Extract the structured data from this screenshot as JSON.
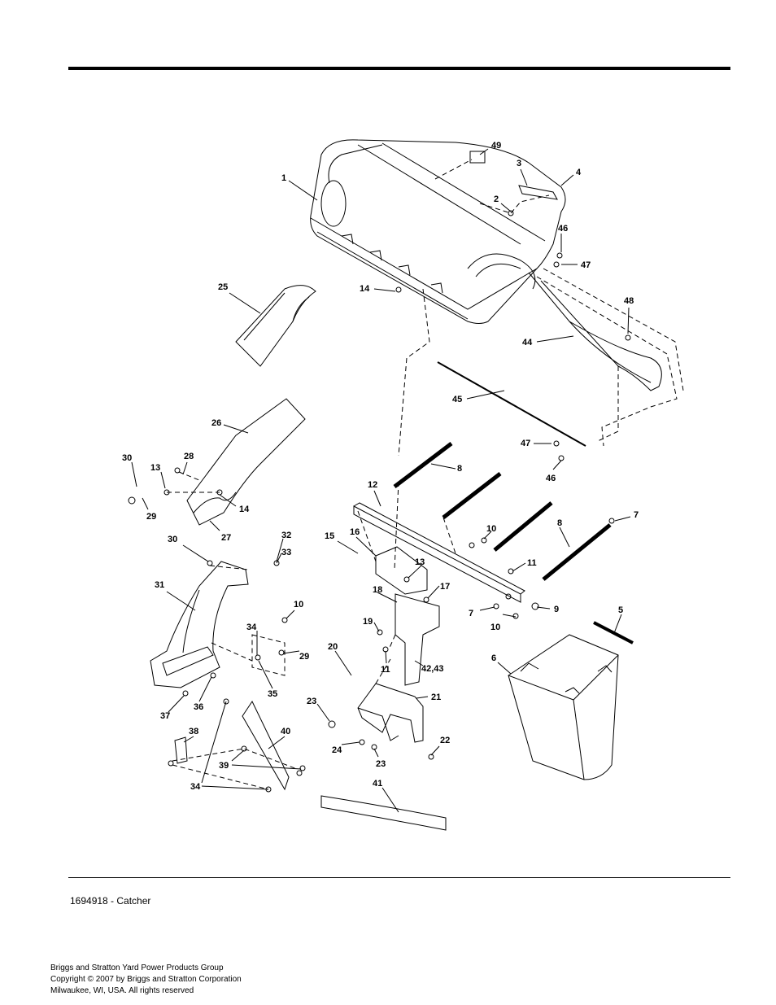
{
  "caption": "1694918 - Catcher",
  "footer": {
    "line1": "Briggs and Stratton Yard Power Products Group",
    "line2": "Copyright ©  2007 by Briggs and Stratton Corporation",
    "line3": "Milwaukee, WI, USA. All rights reserved"
  },
  "callouts": [
    {
      "id": "c49a",
      "text": "49"
    },
    {
      "id": "c3",
      "text": "3"
    },
    {
      "id": "c4",
      "text": "4"
    },
    {
      "id": "c1",
      "text": "1"
    },
    {
      "id": "c2",
      "text": "2"
    },
    {
      "id": "c46a",
      "text": "46"
    },
    {
      "id": "c47a",
      "text": "47"
    },
    {
      "id": "c25",
      "text": "25"
    },
    {
      "id": "c14a",
      "text": "14"
    },
    {
      "id": "c48",
      "text": "48"
    },
    {
      "id": "c44",
      "text": "44"
    },
    {
      "id": "c45",
      "text": "45"
    },
    {
      "id": "c26",
      "text": "26"
    },
    {
      "id": "c47b",
      "text": "47"
    },
    {
      "id": "c30a",
      "text": "30"
    },
    {
      "id": "c28",
      "text": "28"
    },
    {
      "id": "c13a",
      "text": "13"
    },
    {
      "id": "c46b",
      "text": "46"
    },
    {
      "id": "c8a",
      "text": "8"
    },
    {
      "id": "c12",
      "text": "12"
    },
    {
      "id": "c14b",
      "text": "14"
    },
    {
      "id": "c29a",
      "text": "29"
    },
    {
      "id": "c27",
      "text": "27"
    },
    {
      "id": "c7a",
      "text": "7"
    },
    {
      "id": "c8b",
      "text": "8"
    },
    {
      "id": "c10a",
      "text": "10"
    },
    {
      "id": "c32",
      "text": "32"
    },
    {
      "id": "c30b",
      "text": "30"
    },
    {
      "id": "c15",
      "text": "15"
    },
    {
      "id": "c16",
      "text": "16"
    },
    {
      "id": "c33",
      "text": "33"
    },
    {
      "id": "c13b",
      "text": "13"
    },
    {
      "id": "c11a",
      "text": "11"
    },
    {
      "id": "c31",
      "text": "31"
    },
    {
      "id": "c17",
      "text": "17"
    },
    {
      "id": "c18",
      "text": "18"
    },
    {
      "id": "c10b",
      "text": "10"
    },
    {
      "id": "c9",
      "text": "9"
    },
    {
      "id": "c5",
      "text": "5"
    },
    {
      "id": "c7b",
      "text": "7"
    },
    {
      "id": "c19",
      "text": "19"
    },
    {
      "id": "c34a",
      "text": "34"
    },
    {
      "id": "c10c",
      "text": "10"
    },
    {
      "id": "c29b",
      "text": "29"
    },
    {
      "id": "c20",
      "text": "20"
    },
    {
      "id": "c11b",
      "text": "11"
    },
    {
      "id": "c4243",
      "text": "42,43"
    },
    {
      "id": "c6",
      "text": "6"
    },
    {
      "id": "c35",
      "text": "35"
    },
    {
      "id": "c21",
      "text": "21"
    },
    {
      "id": "c37",
      "text": "37"
    },
    {
      "id": "c36",
      "text": "36"
    },
    {
      "id": "c23a",
      "text": "23"
    },
    {
      "id": "c38",
      "text": "38"
    },
    {
      "id": "c40",
      "text": "40"
    },
    {
      "id": "c22",
      "text": "22"
    },
    {
      "id": "c24",
      "text": "24"
    },
    {
      "id": "c39",
      "text": "39"
    },
    {
      "id": "c23b",
      "text": "23"
    },
    {
      "id": "c34b",
      "text": "34"
    },
    {
      "id": "c41",
      "text": "41"
    }
  ]
}
